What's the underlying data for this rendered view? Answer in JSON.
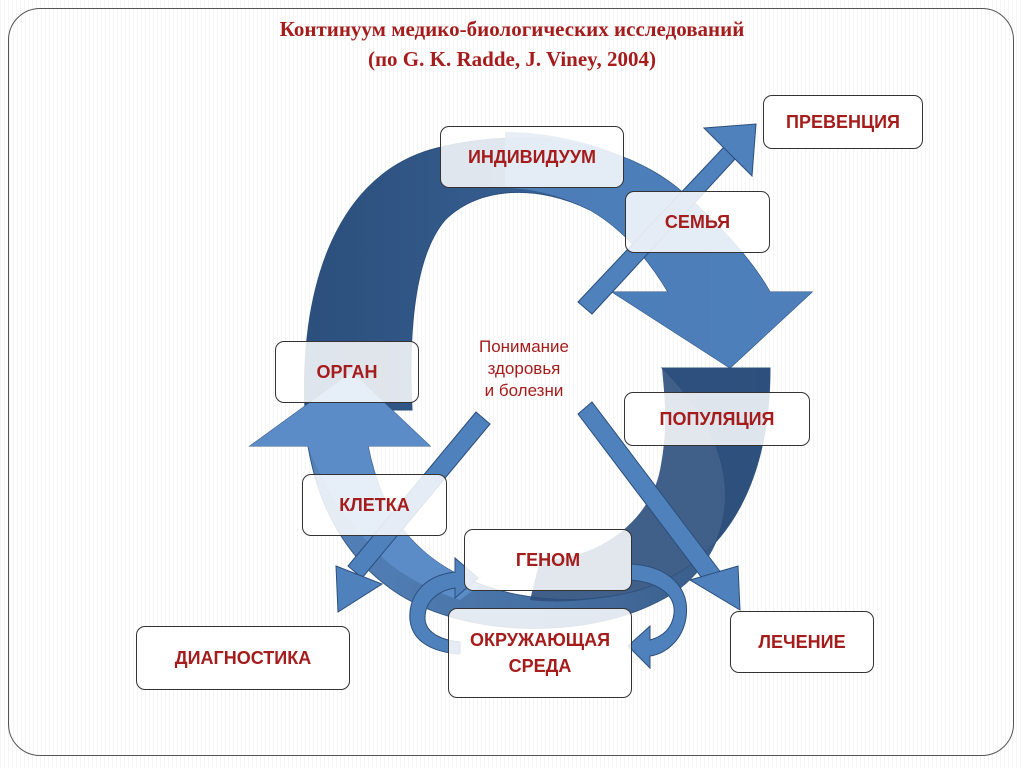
{
  "title": {
    "line1": "Континуум медико-биологических исследований",
    "line2": "(по G. K. Radde, J. Viney, 2004)"
  },
  "center": {
    "line1": "Понимание",
    "line2": "здоровья",
    "line3": "и болезни"
  },
  "cycle_nodes": {
    "individual": "ИНДИВИДУУМ",
    "family": "СЕМЬЯ",
    "population": "ПОПУЛЯЦИЯ",
    "genome": "ГЕНОМ",
    "cell": "КЛЕТКА",
    "organ": "ОРГАН",
    "environment_line1": "ОКРУЖАЮЩАЯ",
    "environment_line2": "СРЕДА"
  },
  "outcomes": {
    "prevention": "ПРЕВЕНЦИЯ",
    "treatment": "ЛЕЧЕНИЕ",
    "diagnostics": "ДИАГНОСТИКА"
  },
  "colors": {
    "text": "#a51c1c",
    "arrow_light": "#4f81bd",
    "arrow_dark": "#2c4f7c"
  }
}
